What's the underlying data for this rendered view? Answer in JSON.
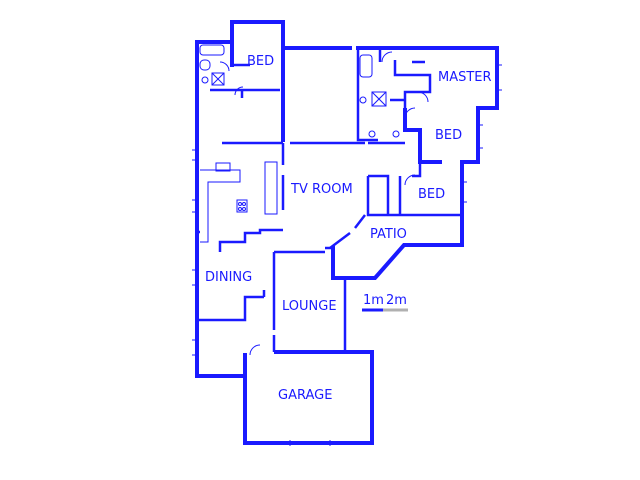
{
  "colors": {
    "wall": "#1a1aff",
    "scale_gray": "#b0b0b0",
    "background": "#ffffff"
  },
  "rooms": {
    "bed_1": "BED",
    "master": "MASTER",
    "bed_2": "BED",
    "bed_3": "BED",
    "tv_room": "TV ROOM",
    "patio": "PATIO",
    "dining": "DINING",
    "lounge": "LOUNGE",
    "garage": "GARAGE"
  },
  "scale_bar": {
    "label_1": "1m",
    "label_2": "2m"
  }
}
